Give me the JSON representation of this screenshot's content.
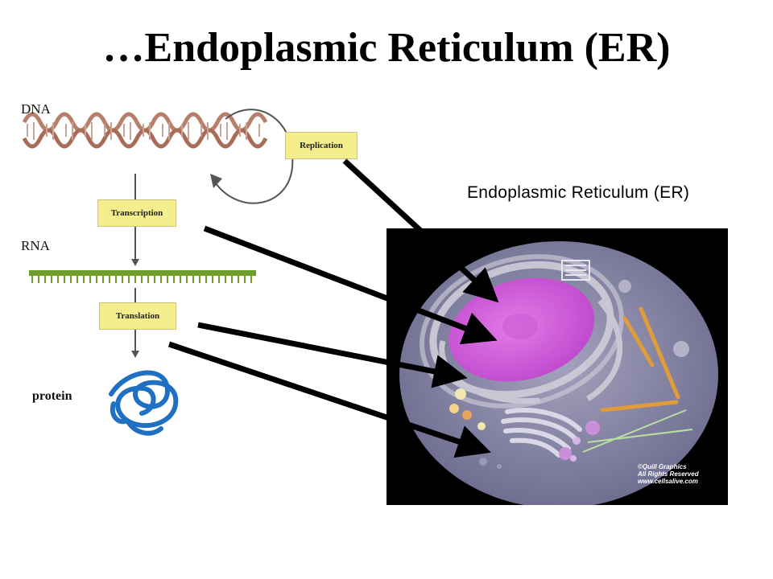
{
  "slide": {
    "title": "…Endoplasmic Reticulum (ER)"
  },
  "dogma": {
    "dna_label": "DNA",
    "rna_label": "RNA",
    "protein_label": "protein",
    "replication_label": "Replication",
    "transcription_label": "Transcription",
    "translation_label": "Translation"
  },
  "cell": {
    "er_label": "Endoplasmic Reticulum (ER)",
    "credit_line1": "©Quill Graphics",
    "credit_line2": "All Rights Reserved",
    "credit_line3": "www.cellsalive.com"
  },
  "colors": {
    "dna": "#b8806a",
    "rna": "#6e9e2e",
    "protein": "#1f6fc2",
    "nucleus": "#d05ad9",
    "cytoplasm": "#7d7b9c",
    "label_box": "#f4ee8c"
  },
  "icons": [
    "curved-arrow-icon",
    "down-arrow-icon",
    "pointer-arrow-icon"
  ]
}
